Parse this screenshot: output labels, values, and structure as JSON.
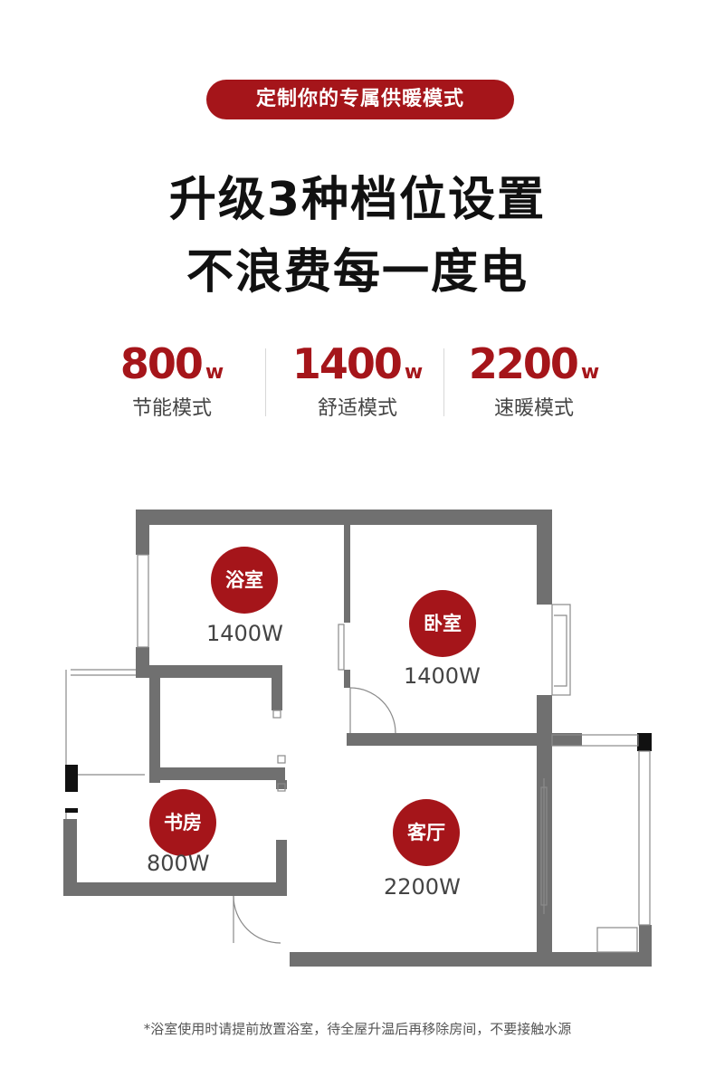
{
  "banner": "定制你的专属供暖模式",
  "headline": {
    "line1": "升级3种档位设置",
    "line2": "不浪费每一度电"
  },
  "modes": [
    {
      "value": "800",
      "unit": "w",
      "label": "节能模式"
    },
    {
      "value": "1400",
      "unit": "w",
      "label": "舒适模式"
    },
    {
      "value": "2200",
      "unit": "w",
      "label": "速暖模式"
    }
  ],
  "rooms": {
    "bathroom": {
      "name": "浴室",
      "power": "1400W"
    },
    "bedroom": {
      "name": "卧室",
      "power": "1400W"
    },
    "study": {
      "name": "书房",
      "power": "800W"
    },
    "living": {
      "name": "客厅",
      "power": "2200W"
    }
  },
  "footnote": "*浴室使用时请提前放置浴室，待全屋升温后再移除房间，不要接触水源",
  "colors": {
    "accent": "#a5151a",
    "wall": "#707070"
  }
}
